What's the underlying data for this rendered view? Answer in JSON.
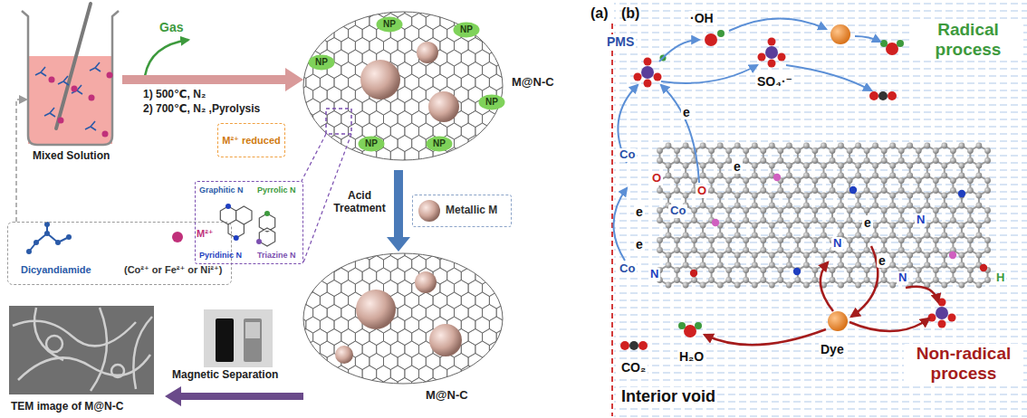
{
  "diagram": {
    "nodes": [
      {
        "text": [
          "Dicyandiamide",
          "M²⁺",
          "(Co²⁺ or Fe²⁺ or Ni²⁺)"
        ]
      },
      {
        "text": [
          "M²⁺ reduced"
        ]
      },
      {
        "text": [
          "NP"
        ]
      },
      {
        "text": [
          "NP"
        ]
      },
      {
        "text": [
          "NP"
        ]
      },
      {
        "text": [
          "NP"
        ]
      },
      {
        "text": [
          "NP"
        ]
      },
      {
        "text": [
          "NP"
        ]
      },
      {
        "text": [
          "Graphitic N",
          "Pyrrolic N",
          "Pyridinic N",
          "Triazine N"
        ]
      },
      {
        "text": [
          "Metallic M"
        ]
      }
    ],
    "labels": [
      "Gas",
      "1) 500℃, N₂",
      "2) 700℃, N₂ ,Pyrolysis",
      "Mixed Solution",
      "M@N-C",
      "Acid Treatment",
      "M@N-C",
      "Magnetic Separation",
      "TEM image of M@N-C",
      "(a)",
      "(b)",
      "PMS",
      "·OH",
      "SO₄·⁻",
      "Radical process",
      "Co",
      "Co",
      "Co",
      "O",
      "O",
      "e",
      "e",
      "e",
      "e",
      "e",
      "e",
      "N",
      "N",
      "N",
      "N",
      "H",
      "Dye",
      "CO₂",
      "H₂O",
      "Non-radical process",
      "Interior void"
    ]
  }
}
